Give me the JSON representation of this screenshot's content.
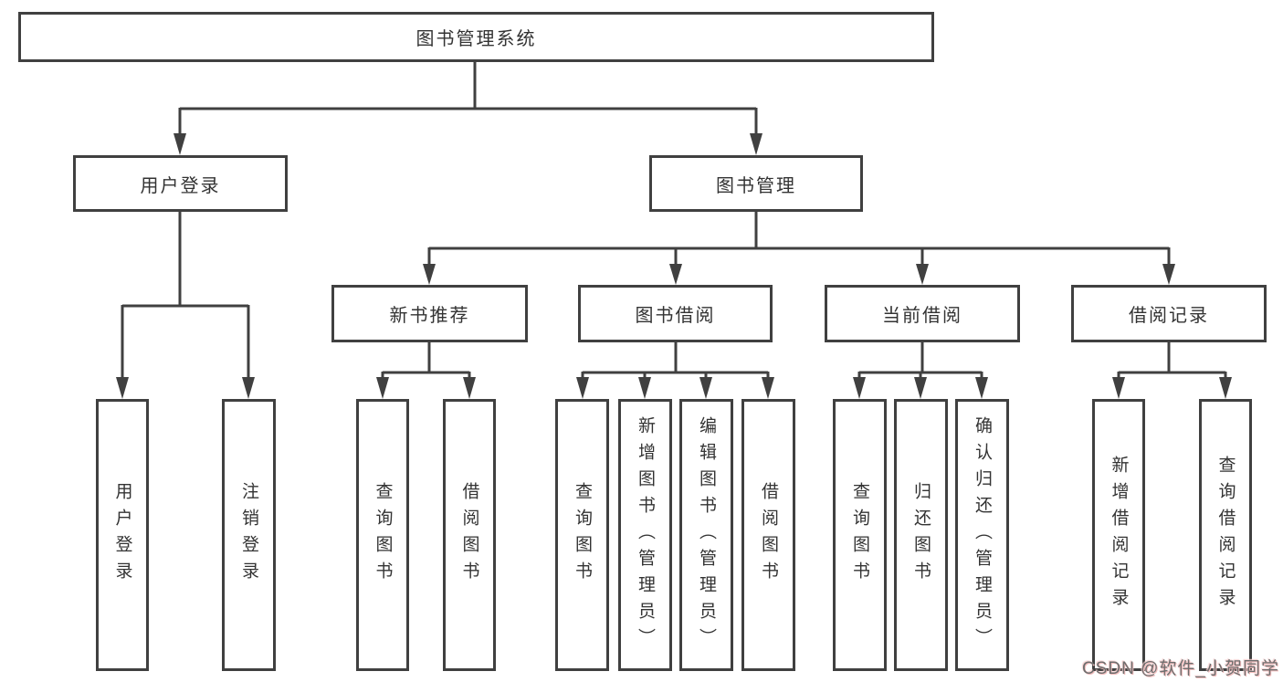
{
  "diagram": {
    "root": {
      "label": "图书管理系统"
    },
    "branches": [
      {
        "label": "用户登录",
        "children": [
          {
            "label": "用户登录"
          },
          {
            "label": "注销登录"
          }
        ]
      },
      {
        "label": "图书管理",
        "children": [
          {
            "label": "新书推荐",
            "children": [
              {
                "label": "查询图书"
              },
              {
                "label": "借阅图书"
              }
            ]
          },
          {
            "label": "图书借阅",
            "children": [
              {
                "label": "查询图书"
              },
              {
                "label": "新增图书（管理员）"
              },
              {
                "label": "编辑图书（管理员）"
              },
              {
                "label": "借阅图书"
              }
            ]
          },
          {
            "label": "当前借阅",
            "children": [
              {
                "label": "查询图书"
              },
              {
                "label": "归还图书"
              },
              {
                "label": "确认归还（管理员）"
              }
            ]
          },
          {
            "label": "借阅记录",
            "children": [
              {
                "label": "新增借阅记录"
              },
              {
                "label": "查询借阅记录"
              }
            ]
          }
        ]
      }
    ]
  },
  "watermark": {
    "text": "CSDN @软件_小贺同学"
  },
  "colors": {
    "line": "#404040",
    "box_border": "#404040",
    "box_fill": "#ffffff",
    "text": "#333333",
    "watermark_text": "#6e6e6e",
    "watermark_glow": "#f2bcbc"
  }
}
